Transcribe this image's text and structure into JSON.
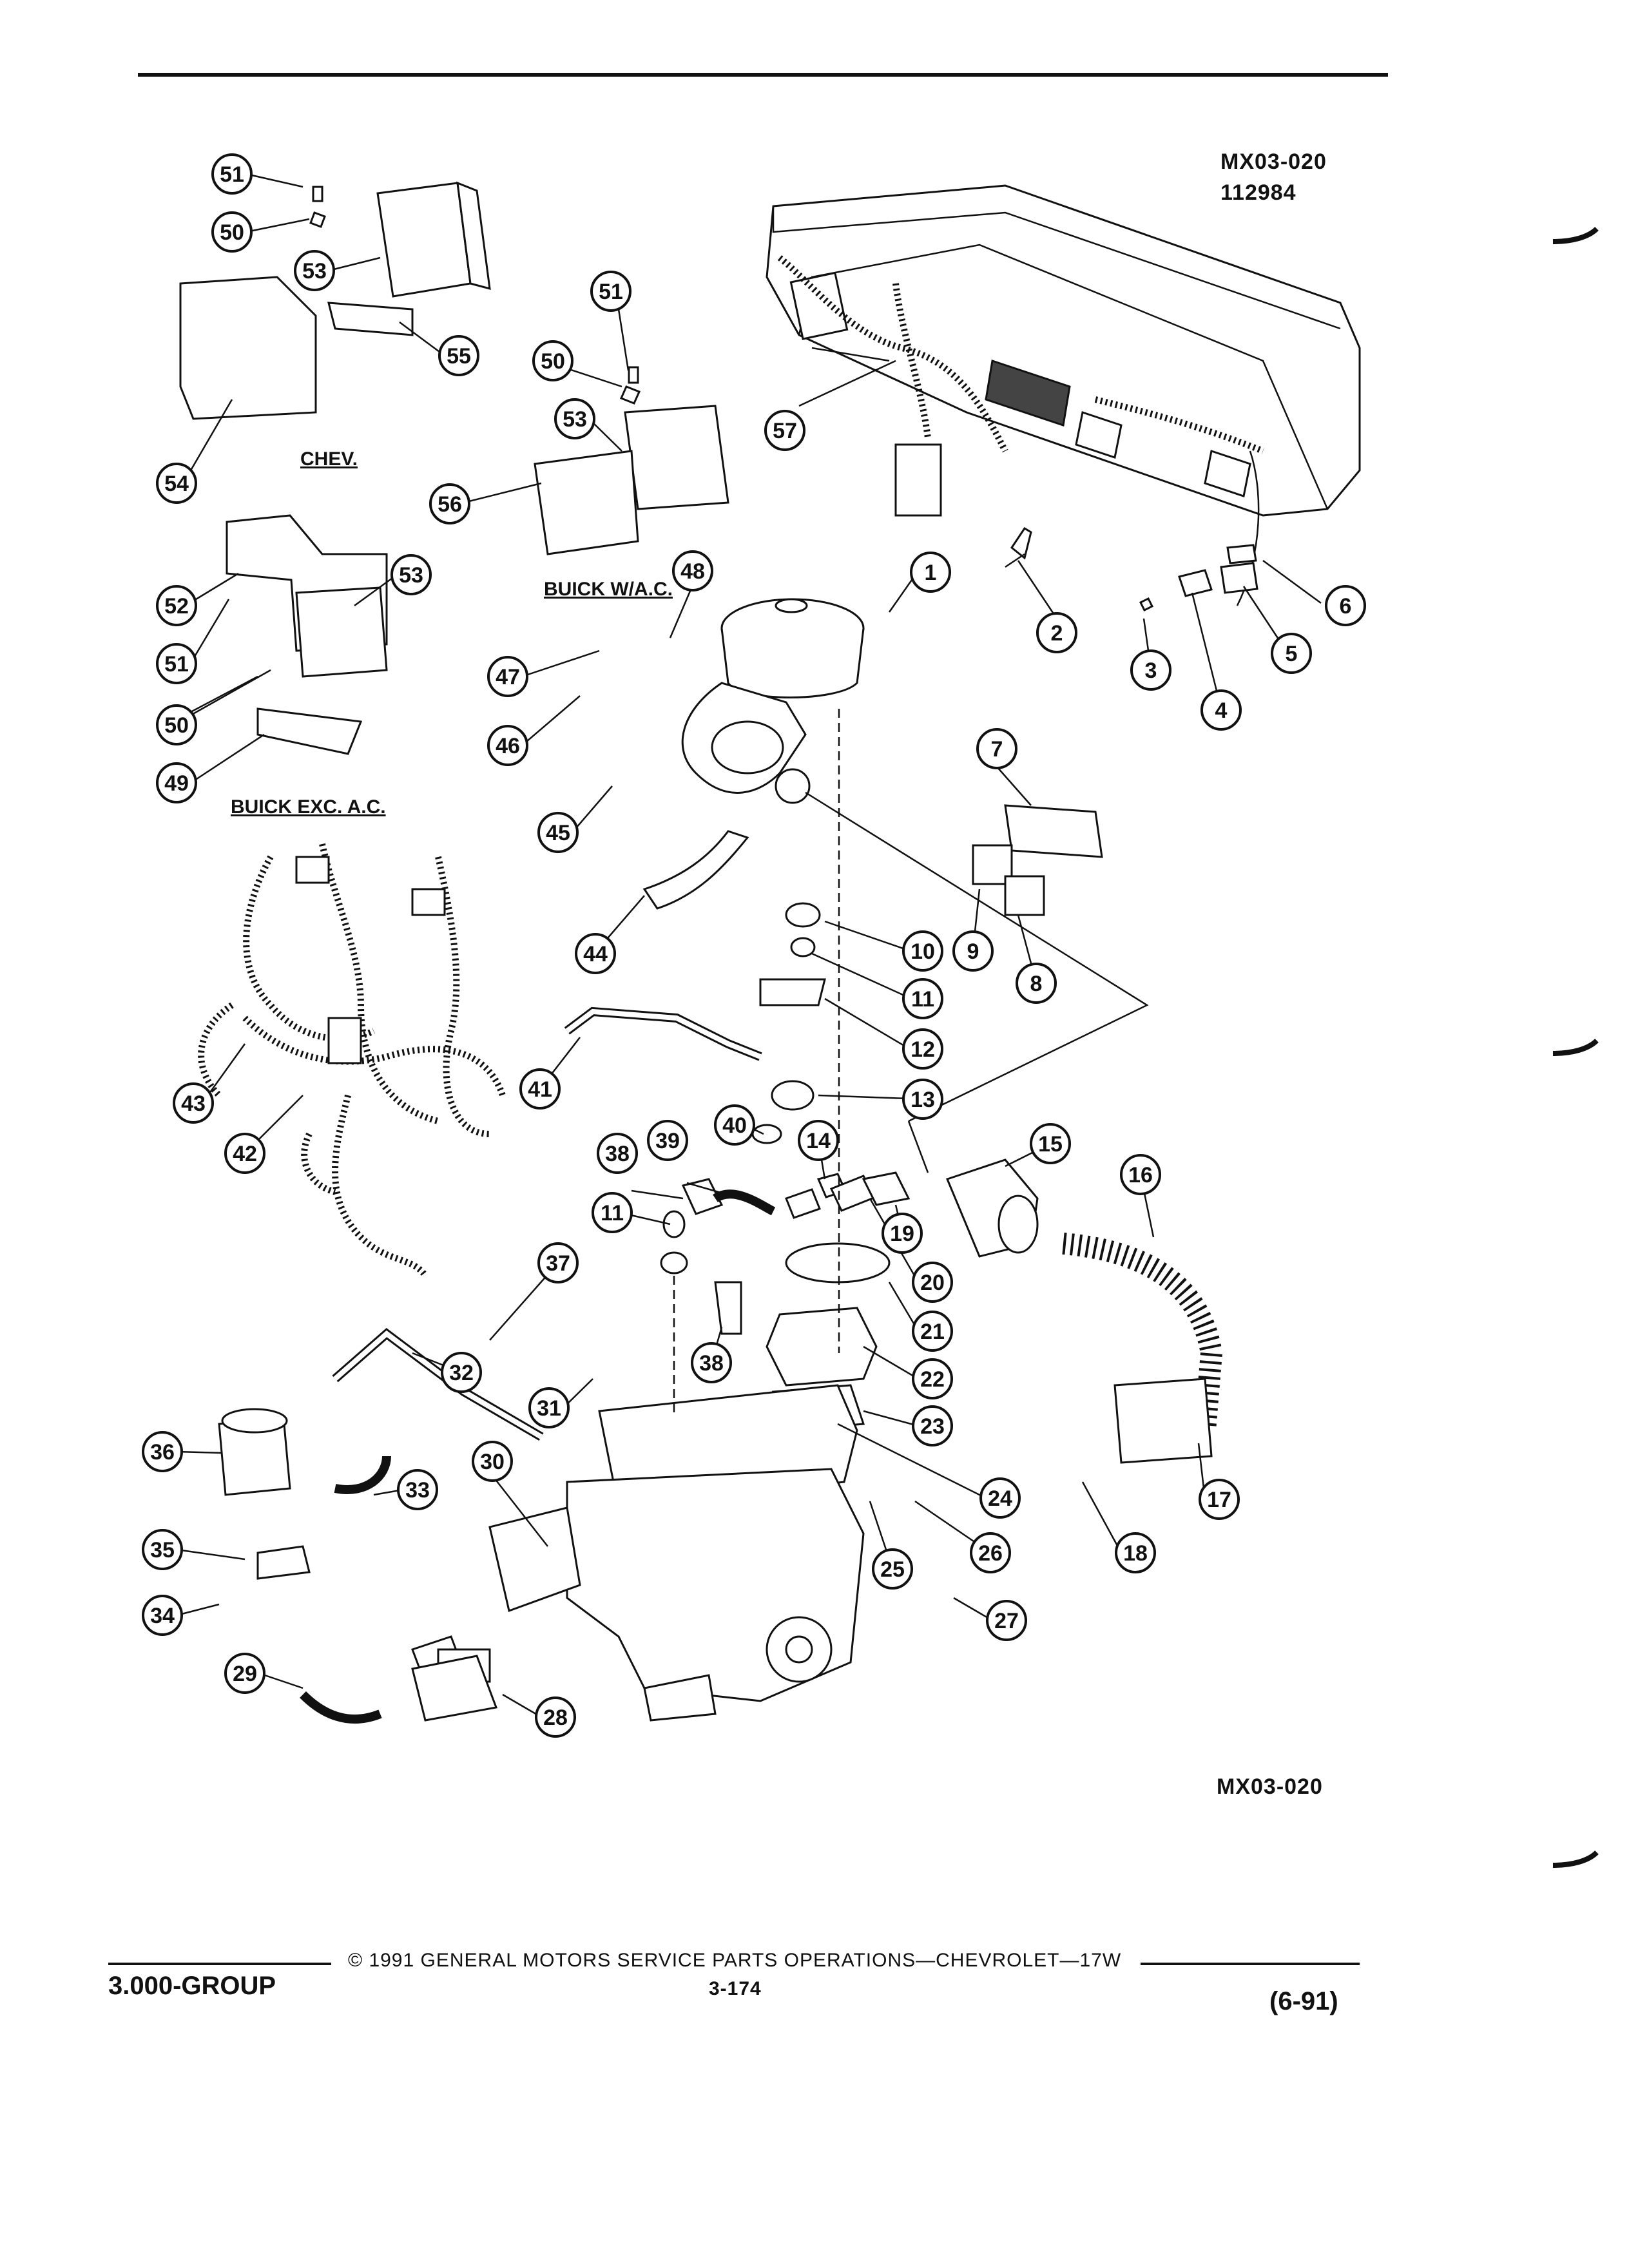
{
  "header": {
    "diagram_code": "MX03-020",
    "diagram_date": "112984"
  },
  "labels": {
    "chev": "CHEV.",
    "buick_wac": "BUICK W/A.C.",
    "buick_exc_ac": "BUICK EXC. A.C."
  },
  "callouts": [
    "51",
    "50",
    "53",
    "55",
    "54",
    "51",
    "50",
    "53",
    "56",
    "57",
    "52",
    "53",
    "51",
    "50",
    "49",
    "48",
    "47",
    "46",
    "45",
    "1",
    "2",
    "3",
    "4",
    "5",
    "6",
    "7",
    "9",
    "8",
    "44",
    "10",
    "11",
    "12",
    "43",
    "42",
    "41",
    "13",
    "40",
    "14",
    "38",
    "39",
    "15",
    "16",
    "11",
    "19",
    "20",
    "21",
    "22",
    "38",
    "23",
    "37",
    "32",
    "31",
    "36",
    "30",
    "33",
    "24",
    "25",
    "26",
    "35",
    "34",
    "18",
    "17",
    "27",
    "29",
    "28"
  ],
  "bottom_code": "MX03-020",
  "footer": {
    "group": "3.000-GROUP",
    "copyright": "© 1991 GENERAL MOTORS SERVICE PARTS OPERATIONS—CHEVROLET—17W",
    "page": "3-174",
    "revision": "(6-91)"
  }
}
